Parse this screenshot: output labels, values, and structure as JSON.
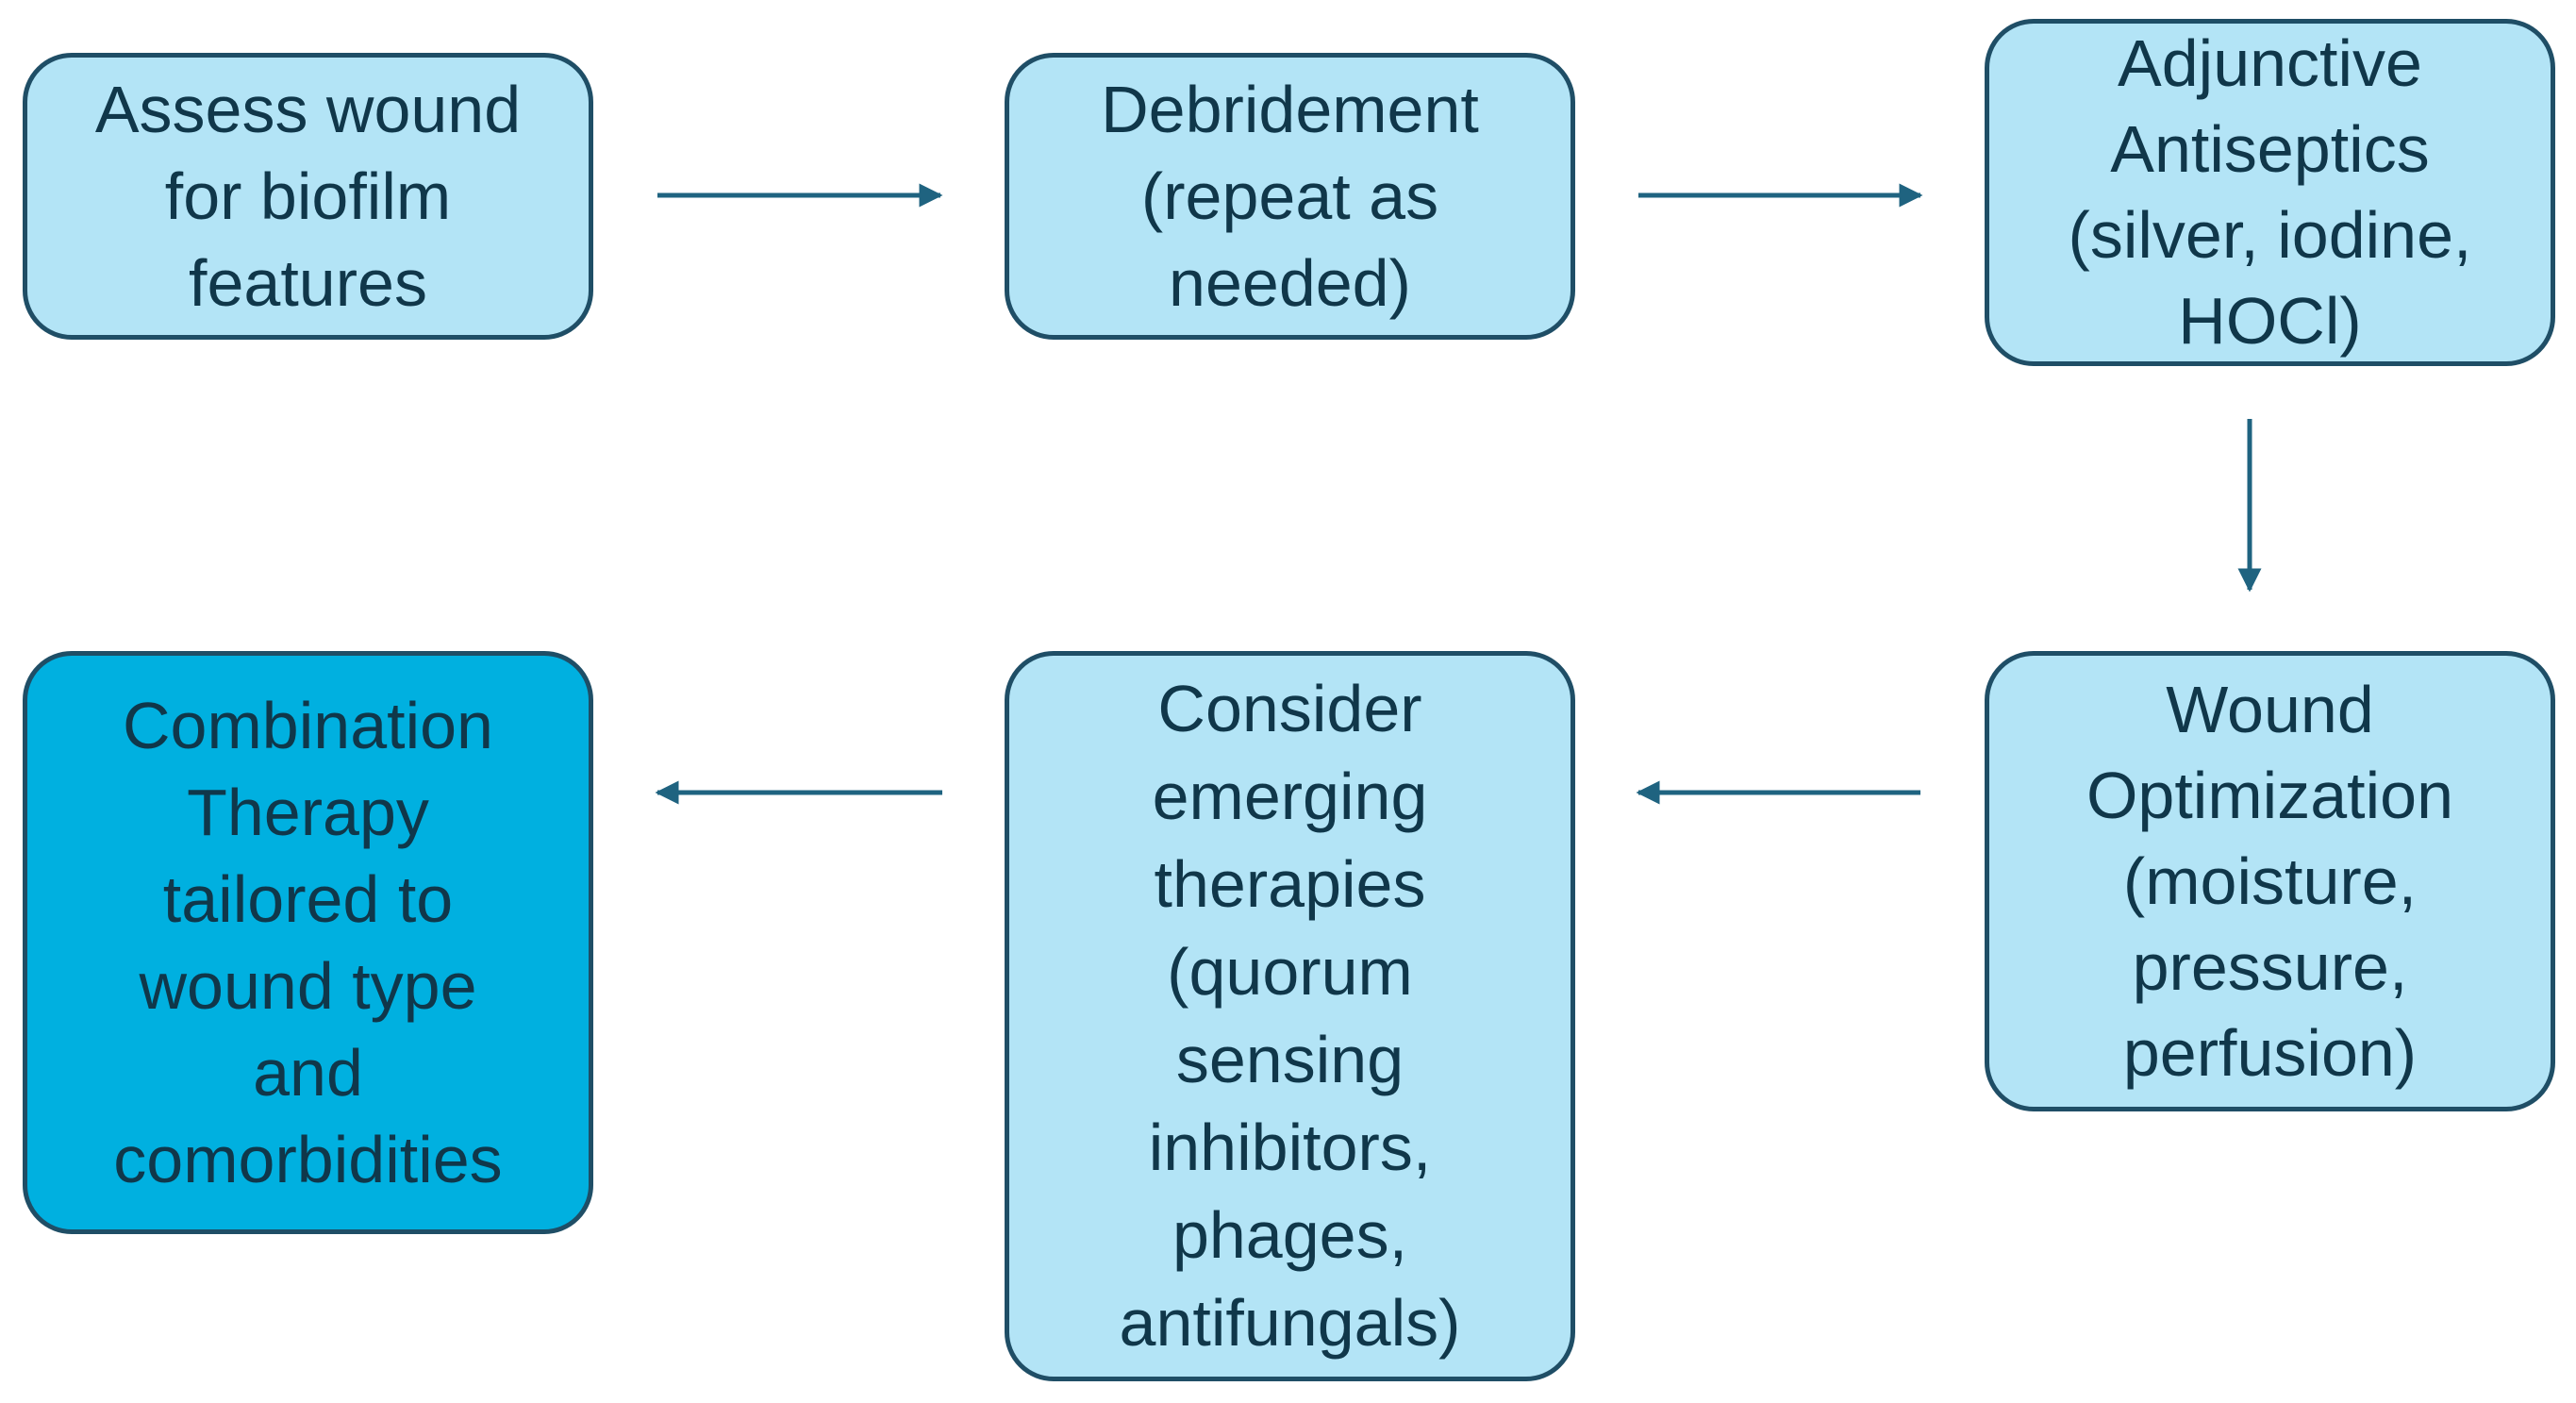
{
  "diagram": {
    "colors": {
      "node_fill": "#b3e4f6",
      "final_node_fill": "#00b0e0",
      "border": "#1f4e66",
      "arrow": "#1f6380",
      "text": "#10374a"
    },
    "nodes": [
      {
        "id": "n1",
        "label": "Assess wound\nfor biofilm\nfeatures"
      },
      {
        "id": "n2",
        "label": "Debridement\n(repeat as\nneeded)"
      },
      {
        "id": "n3",
        "label": "Adjunctive\nAntiseptics\n(silver, iodine,\nHOCl)"
      },
      {
        "id": "n4",
        "label": "Wound\nOptimization\n(moisture,\npressure,\nperfusion)"
      },
      {
        "id": "n5",
        "label": "Consider\nemerging\ntherapies\n(quorum\nsensing\ninhibitors,\nphages,\nantifungals)"
      },
      {
        "id": "n6",
        "label": "Combination\nTherapy\ntailored to\nwound type\nand\ncomorbidities"
      }
    ],
    "edges": [
      {
        "from": "n1",
        "to": "n2"
      },
      {
        "from": "n2",
        "to": "n3"
      },
      {
        "from": "n3",
        "to": "n4"
      },
      {
        "from": "n4",
        "to": "n5"
      },
      {
        "from": "n5",
        "to": "n6"
      }
    ]
  }
}
